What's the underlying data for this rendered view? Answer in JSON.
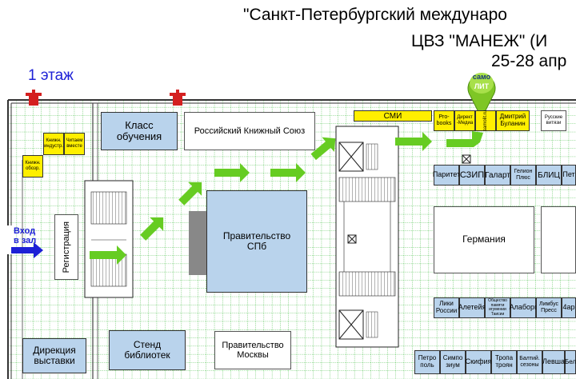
{
  "header": {
    "line1": "\"Санкт-Петербургский междунаро",
    "line2": "ЦВЗ \"МАНЕЖ\" (И",
    "line3": "25-28 апр"
  },
  "floor_label": "1 этаж",
  "entrance": {
    "line1": "Вход",
    "line2": "в зал"
  },
  "logo": {
    "top": "само",
    "bottom": "ЛИТ"
  },
  "rooms": {
    "class": "Класс обучения",
    "rks": "Российский Книжный Союз",
    "gov_spb_1": "Правительство",
    "gov_spb_2": "СПб",
    "registration": "Регистрация",
    "stand_libraries": "Стенд библиотек",
    "gov_moscow_1": "Правительство",
    "gov_moscow_2": "Москвы",
    "directorate": "Дирекция выставки",
    "germany": "Германия",
    "smi": "СМИ"
  },
  "small_yellow": {
    "knizhn_industry": "Книжн. индустр.",
    "chitaem_vmeste": "Читаем вместе",
    "knizhn_obozr": "Книжн. обозр."
  },
  "top_row": {
    "probooks": "Pro-books",
    "direkt_media": "Директ -Медиа",
    "samolit": "samolit.ru",
    "bulanin": "Дмитрий Буланин",
    "russkie_vityazi": "Русские витязи"
  },
  "stands_row1": [
    "Паритет",
    "СЗИП",
    "Галарт",
    "Гелион Плюс",
    "БЛИЦ",
    "Пет"
  ],
  "stands_row2": [
    "Лики России",
    "Алетейя",
    "Общество памяти игумении Таисии",
    "Алаборг",
    "Лимбус Пресс",
    "4ар"
  ],
  "stands_row3": [
    "Петро поль",
    "Симпо зиум",
    "Скифия",
    "Тропа троян",
    "Балтий. сезоны",
    "Левша",
    "Бел"
  ],
  "colors": {
    "grid": "#2fb52f",
    "arrow": "#66cc22",
    "blue_text": "#1d20d6",
    "stand_fill": "#b9d3ec",
    "yellow": "#ffef00"
  }
}
